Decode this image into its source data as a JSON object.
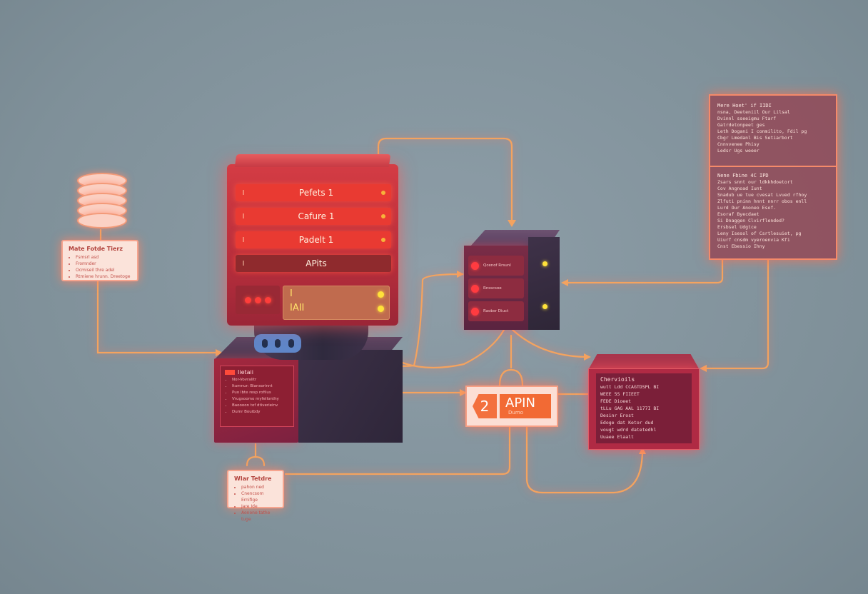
{
  "colors": {
    "background": "#7f9099",
    "wire": "#f4a35f",
    "accent": "#f26a34",
    "server_red": "#e93a32"
  },
  "db_note": {
    "title": "Mate Fotde Tierz",
    "items": [
      "Fsmsrl asd",
      "Fromnder",
      "Ocmiseil thre adel",
      "Rtmiene hrunn. Dreetoge"
    ]
  },
  "server": {
    "rows": [
      {
        "pip": "I",
        "label": "Pefets 1"
      },
      {
        "pip": "I",
        "label": "Cafure 1"
      },
      {
        "pip": "I",
        "label": "Padelt 1"
      },
      {
        "pip": "I",
        "label": "APits"
      }
    ],
    "panel": {
      "line1": "I",
      "line2": "IAII"
    }
  },
  "base_screen": {
    "title": "Iietaii",
    "items": [
      "Nor-Vovralitr",
      "Itumnur: Biansorinnt",
      "Puo Ibte resp rofilus",
      "Vrugsoomo myfellonthy",
      "Baoooon tof dtiverieinv",
      "Dumr Bouibdy"
    ]
  },
  "bottom_note": {
    "title": "Wlar Tetdre",
    "items": [
      "pahon ned",
      "Cnencsom Ernifige",
      "Jare Ide",
      "Aonone tathe tuge"
    ]
  },
  "cube": {
    "rows": [
      "Qcenof Rrsunl",
      "Rnsscsoe",
      "Raobsr Diuct"
    ]
  },
  "api": {
    "number": "2",
    "label": "APIN",
    "sub": "Dumo"
  },
  "terminal": {
    "title": "Chervioils",
    "lines": [
      "wutt Ldd CCAGTDSPL BI",
      "WEEE 5S FIIEET",
      "FEDE Dioeet",
      "tLLu GAG AAL 1177I BI",
      "Desinr Erost",
      "Edoge dat Ketor dud",
      "vougt wdrd datetedhl",
      "Uuaee Elaalt"
    ]
  },
  "doc": {
    "block1": {
      "title": "Mere Hoet' if IIDI",
      "lines": [
        "nsna, Deeteniil Our Lilsal",
        "Dvinnl sseeigmu Ftarf",
        "Gatrdetonpeet ges",
        "Leth Dogani I conmilito, Fdil pg",
        "Cbgr Lmedanl Bis Setiarbort",
        "Cnnvvenee Phisy",
        "Ledsr Ugs weeer"
      ]
    },
    "block2": {
      "title": "Nene Fbine 4C IPD",
      "lines": [
        "Zsars snnt our ldkkhdoetort",
        "Cov Angnoad Iunt",
        "Snadub ue tue cvesat Lvued rfhoy",
        "Zlfuti pninn hnnt nnrr obos enll",
        "Lurd Our Anoneo Esof.",
        "Esoraf Byecdaet",
        "Si Dnaggen Clvirflended?",
        "Ersbsel Udgtce",
        "Leny Isesol of Csrtlesuiet, pg",
        "Uiurf cnsdm vyeroenvia Kfi",
        "Cnst Ebessio Ihny"
      ]
    }
  }
}
